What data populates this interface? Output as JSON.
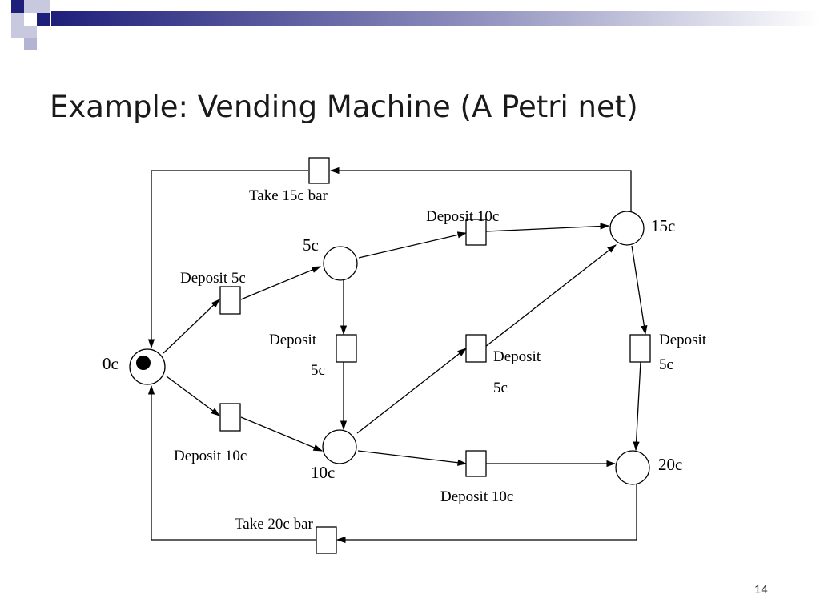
{
  "slide": {
    "title": "Example: Vending Machine (A Petri net)",
    "page_number": "14"
  },
  "colors": {
    "navy": "#1e1f7a",
    "band_light": "#c8c9df",
    "ink": "#000000"
  },
  "places": [
    {
      "id": "p0",
      "label": "0c",
      "tokens": 1
    },
    {
      "id": "p5",
      "label": "5c",
      "tokens": 0
    },
    {
      "id": "p10",
      "label": "10c",
      "tokens": 0
    },
    {
      "id": "p15",
      "label": "15c",
      "tokens": 0
    },
    {
      "id": "p20",
      "label": "20c",
      "tokens": 0
    }
  ],
  "transitions": [
    {
      "id": "take15",
      "label": "Take 15c bar"
    },
    {
      "id": "dep10_top",
      "label": "Deposit 10c"
    },
    {
      "id": "dep5_a",
      "label": "Deposit 5c"
    },
    {
      "id": "dep5_v",
      "label_line1": "Deposit",
      "label_line2": "5c"
    },
    {
      "id": "dep5_d",
      "label_line1": "Deposit",
      "label_line2": "5c"
    },
    {
      "id": "dep5_r",
      "label_line1": "Deposit",
      "label_line2": "5c"
    },
    {
      "id": "dep10_left",
      "label": "Deposit 10c"
    },
    {
      "id": "dep10_bottom",
      "label": "Deposit 10c"
    },
    {
      "id": "take20",
      "label": "Take 20c bar"
    }
  ]
}
